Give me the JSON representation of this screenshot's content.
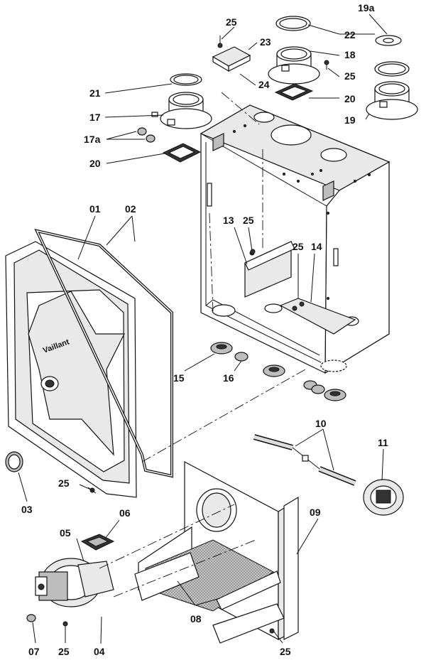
{
  "brand_label": "Vaillant",
  "callouts": [
    {
      "id": "c-19a",
      "label": "19a"
    },
    {
      "id": "c-25-top",
      "label": "25"
    },
    {
      "id": "c-22",
      "label": "22"
    },
    {
      "id": "c-23",
      "label": "23"
    },
    {
      "id": "c-18",
      "label": "18"
    },
    {
      "id": "c-24",
      "label": "24"
    },
    {
      "id": "c-25-b",
      "label": "25"
    },
    {
      "id": "c-21",
      "label": "21"
    },
    {
      "id": "c-20-top",
      "label": "20"
    },
    {
      "id": "c-17",
      "label": "17"
    },
    {
      "id": "c-19",
      "label": "19"
    },
    {
      "id": "c-17a",
      "label": "17a"
    },
    {
      "id": "c-20-left",
      "label": "20"
    },
    {
      "id": "c-01",
      "label": "01"
    },
    {
      "id": "c-02",
      "label": "02"
    },
    {
      "id": "c-13",
      "label": "13"
    },
    {
      "id": "c-25-mid",
      "label": "25"
    },
    {
      "id": "c-25-mid2",
      "label": "25"
    },
    {
      "id": "c-14",
      "label": "14"
    },
    {
      "id": "c-15",
      "label": "15"
    },
    {
      "id": "c-16",
      "label": "16"
    },
    {
      "id": "c-10",
      "label": "10"
    },
    {
      "id": "c-11",
      "label": "11"
    },
    {
      "id": "c-03",
      "label": "03"
    },
    {
      "id": "c-25-left",
      "label": "25"
    },
    {
      "id": "c-06",
      "label": "06"
    },
    {
      "id": "c-09",
      "label": "09"
    },
    {
      "id": "c-05",
      "label": "05"
    },
    {
      "id": "c-08",
      "label": "08"
    },
    {
      "id": "c-07",
      "label": "07"
    },
    {
      "id": "c-25-bot",
      "label": "25"
    },
    {
      "id": "c-04",
      "label": "04"
    },
    {
      "id": "c-25-bot2",
      "label": "25"
    }
  ]
}
